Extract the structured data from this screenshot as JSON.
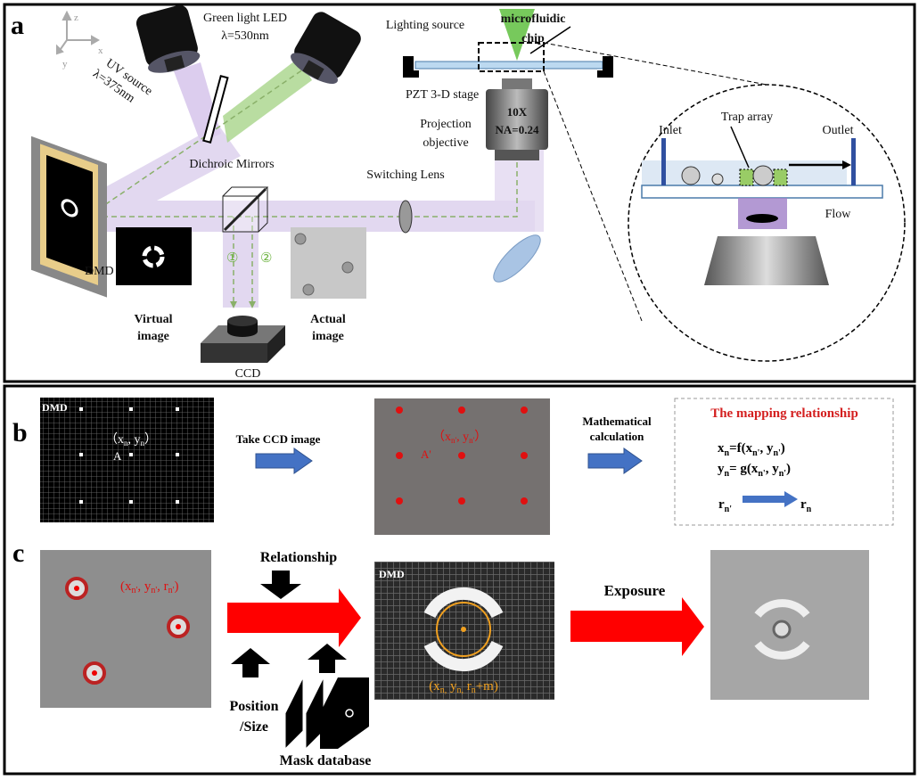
{
  "panel_a": {
    "letter": "a",
    "axes": {
      "z": "z",
      "x": "x",
      "y": "y"
    },
    "green_led": {
      "name": "Green light LED",
      "wavelength": "λ=530nm",
      "color": "#6cb33f"
    },
    "uv_source": {
      "name": "UV source",
      "wavelength": "λ=375nm",
      "color": "#c9b6e4"
    },
    "lighting_source": "Lighting source",
    "microfluidic_chip": [
      "microfluidic",
      "chip"
    ],
    "pzt_stage": "PZT 3-D stage",
    "projection_objective": [
      "Projection",
      "objective"
    ],
    "objective_label": [
      "10X",
      "NA=0.24"
    ],
    "dichroic_mirrors": "Dichroic Mirrors",
    "switching_lens": "Switching Lens",
    "dmd": "DMD",
    "virtual_image": [
      "Virtual",
      "image"
    ],
    "actual_image": [
      "Actual",
      "image"
    ],
    "path_1": "①",
    "path_2": "②",
    "ccd": "CCD",
    "inset": {
      "inlet": "Inlet",
      "trap_array": "Trap array",
      "outlet": "Outlet",
      "flow": "Flow"
    }
  },
  "panel_b": {
    "letter": "b",
    "dmd": "DMD",
    "dmd_coord": {
      "open": "（x",
      "s1": "n",
      "mid": ", y",
      "s2": "n",
      "close": "）"
    },
    "point_a": "A",
    "take_ccd": "Take CCD image",
    "ccd_coord": {
      "open": "（x",
      "s1": "n'",
      "mid": ", y",
      "s2": "n'",
      "close": "）"
    },
    "point_a_prime": "A'",
    "math_calc": [
      "Mathematical",
      "calculation"
    ],
    "mapping_title": "The mapping relationship",
    "formula_x": {
      "a": "x",
      "s1": "n",
      "b": "=f(x",
      "s2": "n'",
      "c": ", y",
      "s3": "n'",
      "d": ")"
    },
    "formula_y": {
      "a": "y",
      "s1": "n",
      "b": "= g(x",
      "s2": "n'",
      "c": ", y",
      "s3": "n'",
      "d": ")"
    },
    "r_from": {
      "a": "r",
      "s": "n'"
    },
    "r_to": {
      "a": "r",
      "s": "n"
    },
    "title_color": "#d42020",
    "arrow_color": "#4472c4"
  },
  "panel_c": {
    "letter": "c",
    "cell_label": {
      "a": "(x",
      "s1": "n'",
      "b": ", y",
      "s2": "n'",
      "c": ", r",
      "s3": "n'",
      "d": ")"
    },
    "relationship": "Relationship",
    "position_size": [
      "Position",
      "/Size"
    ],
    "mask_database": "Mask database",
    "dmd": "DMD",
    "dmd_label": {
      "a": "(x",
      "s1": "n,",
      "b": " y",
      "s2": "n,",
      "c": " r",
      "s3": "n",
      "d": "+m)"
    },
    "exposure": "Exposure",
    "arrow_color": "#ff0000",
    "mask_color": "#f0a020"
  }
}
